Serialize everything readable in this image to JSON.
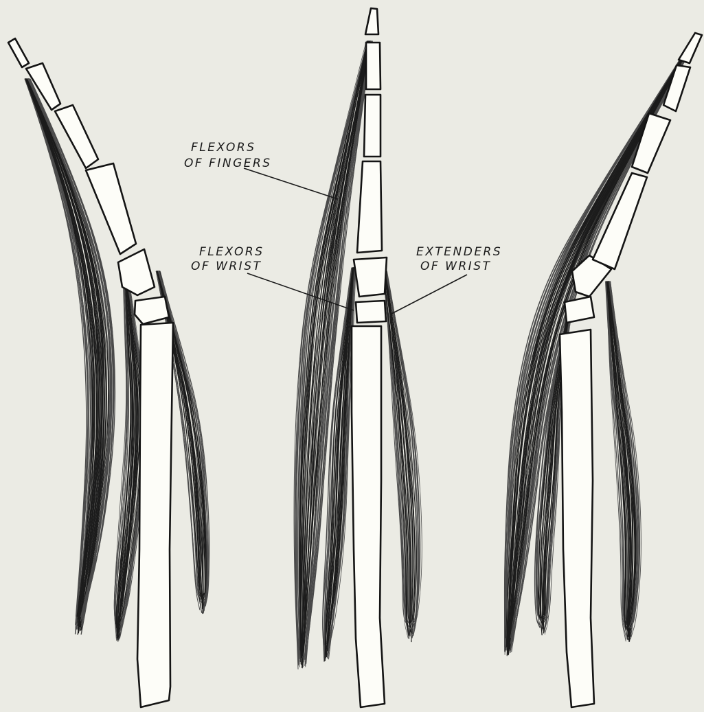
{
  "labels": {
    "fingers_line1": "FLEXORS",
    "fingers_line2": "OF FINGERS",
    "wrist_flex_line1": "FLEXORS",
    "wrist_flex_line2": "OF WRIST",
    "wrist_ext_line1": "EXTENDERS",
    "wrist_ext_line2": "OF WRIST"
  },
  "colors": {
    "paper": "#ebebe4",
    "bone_fill": "#fdfdf8",
    "ink": "#141414"
  }
}
